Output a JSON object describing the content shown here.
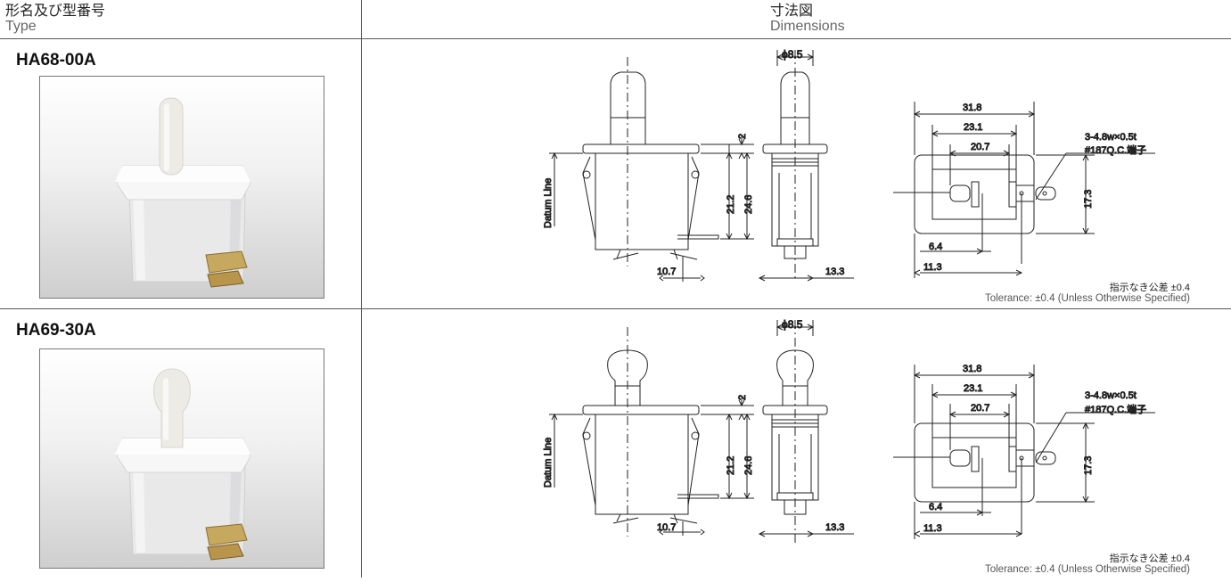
{
  "header": {
    "type_jp": "形名及び型番号",
    "type_en": "Type",
    "dim_jp": "寸法図",
    "dim_en": "Dimensions"
  },
  "rows": [
    {
      "model": "HA68-00A",
      "dims": {
        "phi": "ϕ8.5",
        "d2": "2",
        "d21_2": "21.2",
        "d24_6": "24.6",
        "d10_7": "10.7",
        "d13_3": "13.3",
        "d31_8": "31.8",
        "d23_1": "23.1",
        "d20_7": "20.7",
        "d6_4": "6.4",
        "d11_3": "11.3",
        "d17_3": "17.3",
        "terminal1": "3-4.8w×0.5t",
        "terminal2": "#187Q.C.端子",
        "datum": "Datum Line"
      },
      "tolerance_jp": "指示なき公差 ±0.4",
      "tolerance_en": "Tolerance: ±0.4 (Unless Otherwise Specified)"
    },
    {
      "model": "HA69-30A",
      "dims": {
        "phi": "ϕ8.5",
        "d2": "2",
        "d21_2": "21.2",
        "d24_6": "24.6",
        "d10_7": "10.7",
        "d13_3": "13.3",
        "d31_8": "31.8",
        "d23_1": "23.1",
        "d20_7": "20.7",
        "d6_4": "6.4",
        "d11_3": "11.3",
        "d17_3": "17.3",
        "terminal1": "3-4.8w×0.5t",
        "terminal2": "#187Q.C.端子",
        "datum": "Datum Line"
      },
      "tolerance_jp": "指示なき公差 ±0.4",
      "tolerance_en": "Tolerance: ±0.4 (Unless Otherwise Specified)"
    }
  ]
}
